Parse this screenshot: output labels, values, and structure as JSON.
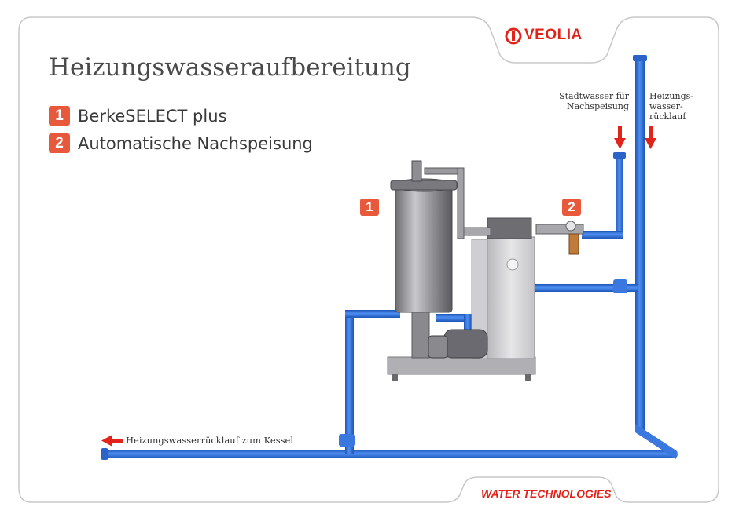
{
  "title": "Heizungswasseraufbereitung",
  "legend": [
    {
      "num": "1",
      "label": "BerkeSELECT plus"
    },
    {
      "num": "2",
      "label": "Automatische Nachspeisung"
    }
  ],
  "component_tags": {
    "tank_unit": "1",
    "refill_unit": "2"
  },
  "labels": {
    "city_water_line1": "Stadtwasser für",
    "city_water_line2": "Nachspeisung",
    "heating_return_line1": "Heizungs-",
    "heating_return_line2": "wasser-",
    "heating_return_line3": "rücklauf",
    "return_to_boiler": "Heizungswasserrücklauf zum Kessel"
  },
  "brand": {
    "logo_text": "VEOLIA",
    "footer_text": "WATER TECHNOLOGIES"
  },
  "colors": {
    "accent": "#e8593c",
    "brand_red": "#e2231a",
    "pipe_blue": "#2f6fd6",
    "frame_gray": "#c8c8c8"
  }
}
